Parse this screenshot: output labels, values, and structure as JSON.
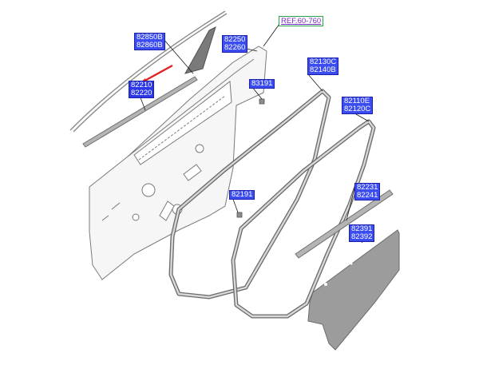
{
  "diagram": {
    "reference": "REF.60-760",
    "callouts": [
      {
        "id": "outer-belt",
        "lines": [
          "82850B",
          "82860B"
        ]
      },
      {
        "id": "inner-belt",
        "lines": [
          "82210",
          "82220"
        ]
      },
      {
        "id": "frame-seal",
        "lines": [
          "82250",
          "82260"
        ]
      },
      {
        "id": "clip-upper",
        "lines": [
          "83191"
        ]
      },
      {
        "id": "door-seal",
        "lines": [
          "82130C",
          "82140B"
        ]
      },
      {
        "id": "body-seal",
        "lines": [
          "82110E",
          "82120C"
        ]
      },
      {
        "id": "clip-lower",
        "lines": [
          "82191"
        ]
      },
      {
        "id": "trim-strip",
        "lines": [
          "82231",
          "82241"
        ]
      },
      {
        "id": "vapor-barrier",
        "lines": [
          "82391",
          "82392"
        ]
      }
    ],
    "colors": {
      "label_bg": "#3b4cf0",
      "label_text": "#ffffff",
      "ref_text": "#7a2bbf",
      "ref_border": "#2aa24a",
      "arrow": "#e02020",
      "part_fill": "#9c9c9c"
    }
  }
}
